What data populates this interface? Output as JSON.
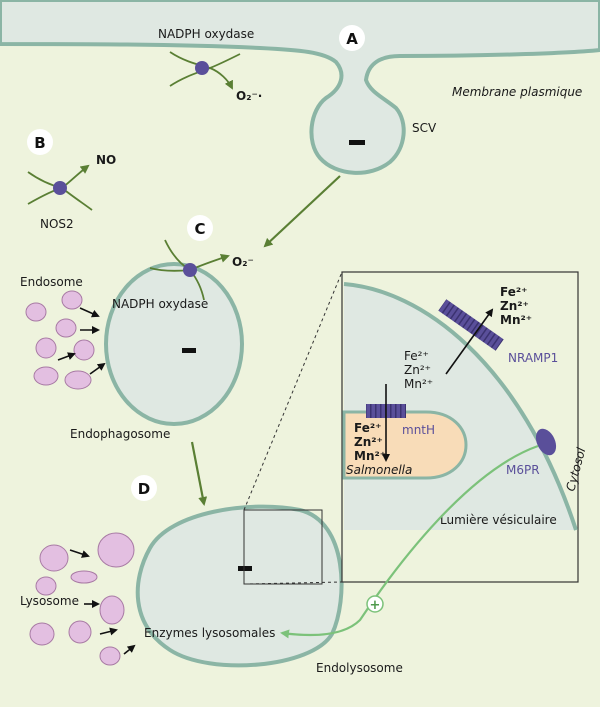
{
  "sections": {
    "a": "A",
    "b": "B",
    "c": "C",
    "d": "D"
  },
  "labels": {
    "nadph_top": "NADPH oxydase",
    "superoxide_top": "O₂⁻·",
    "membrane": "Membrane plasmique",
    "scv": "SCV",
    "no": "NO",
    "nos2": "NOS2",
    "superoxide_c": "O₂⁻",
    "endosome": "Endosome",
    "nadph_c": "NADPH oxydase",
    "endophagosome": "Endophagosome",
    "lysosome": "Lysosome",
    "enzymes": "Enzymes lysosomales",
    "endolysosome": "Endolysosome",
    "plus": "+",
    "ions_out": [
      "Fe²⁺",
      "Zn²⁺",
      "Mn²⁺"
    ],
    "nramp1": "NRAMP1",
    "ions_mid": [
      "Fe²⁺",
      "Zn²⁺",
      "Mn²⁺"
    ],
    "mnth": "mntH",
    "ions_salm": [
      "Fe²⁺",
      "Zn²⁺",
      "Mn²⁺"
    ],
    "salmonella": "Salmonella",
    "m6pr": "M6PR",
    "cytosol": "Cytosol",
    "lumiere": "Lumière vésiculaire"
  },
  "colors": {
    "background": "#eef3dd",
    "cell_fill": "#dfe8e2",
    "membrane_stroke": "#8bb5a5",
    "arrow_green": "#5a7f34",
    "transporter": "#5a4f9a",
    "vesicle": "#e3bfe1",
    "salmonella": "#f8dcb8",
    "m6pr_line": "#7cc27a"
  }
}
